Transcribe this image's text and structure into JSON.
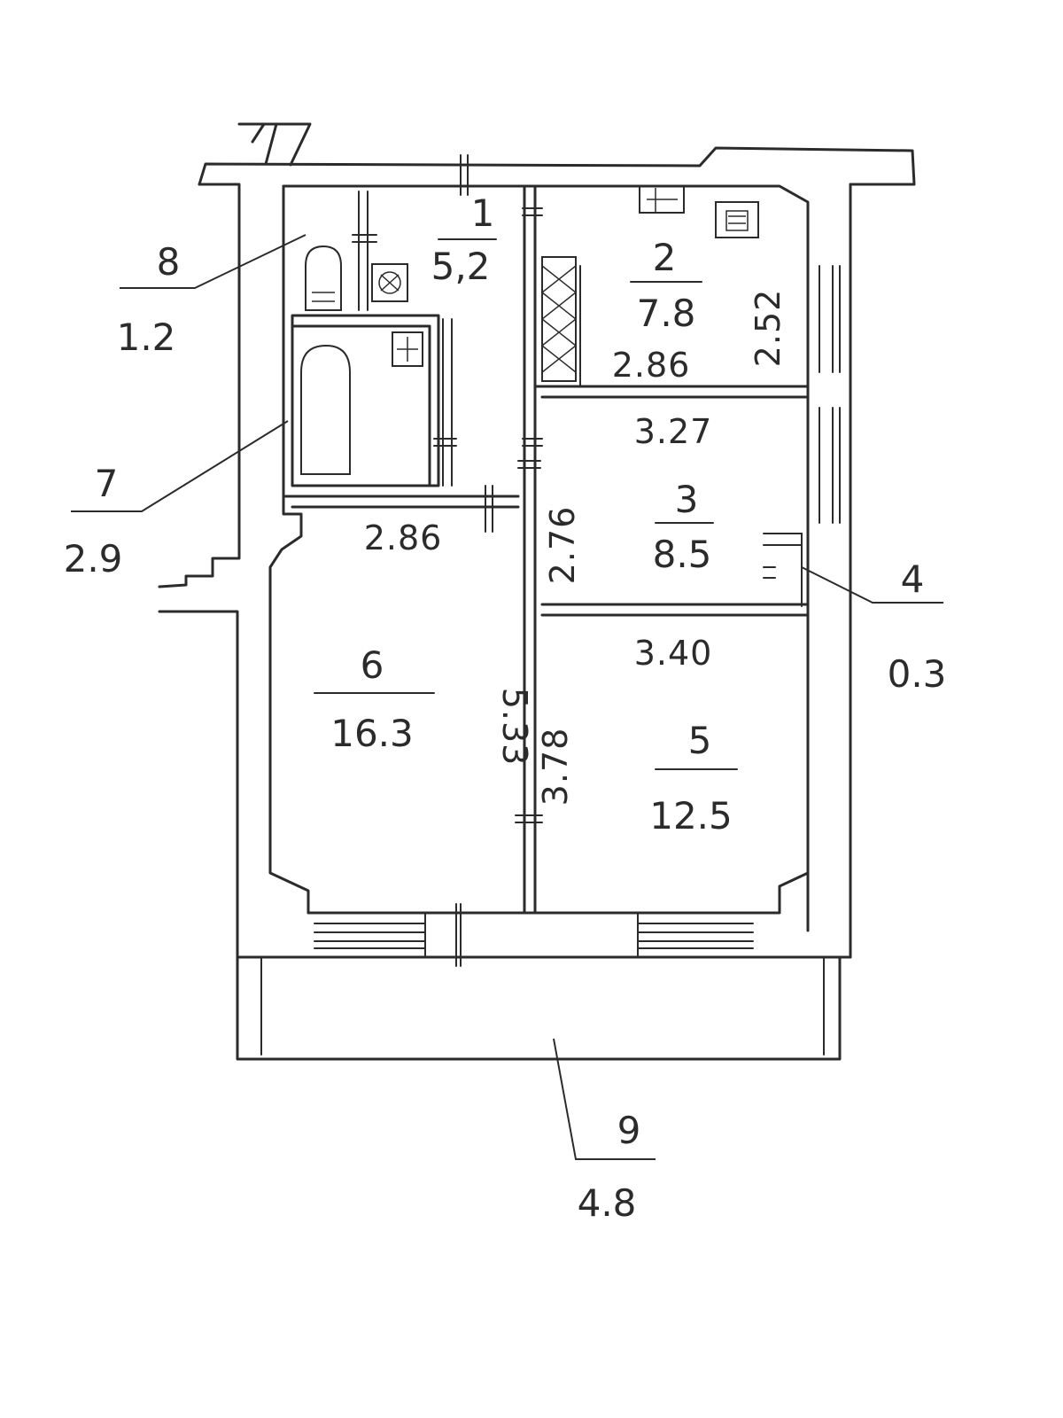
{
  "rooms": [
    {
      "id": "1",
      "number": "1",
      "area": "5,2"
    },
    {
      "id": "2",
      "number": "2",
      "area": "7.8"
    },
    {
      "id": "3",
      "number": "3",
      "area": "8.5"
    },
    {
      "id": "4",
      "number": "4",
      "area": "0.3"
    },
    {
      "id": "5",
      "number": "5",
      "area": "12.5"
    },
    {
      "id": "6",
      "number": "6",
      "area": "16.3"
    },
    {
      "id": "7",
      "number": "7",
      "area": "2.9"
    },
    {
      "id": "8",
      "number": "8",
      "area": "1.2"
    },
    {
      "id": "9",
      "number": "9",
      "area": "4.8"
    }
  ],
  "dimensions": {
    "room2_width": "2.86",
    "room2_depth": "2.52",
    "room3_width": "3.27",
    "room3_depth": "2.76",
    "room5_width": "3.40",
    "room5_depth": "3.78",
    "room6_width": "2.86",
    "room6_depth": "5.33"
  },
  "icons": [
    "toilet-icon",
    "sink-icon",
    "bathtub-icon",
    "stove-icon",
    "kitchen-sink-icon",
    "ventilation-shaft-icon"
  ]
}
